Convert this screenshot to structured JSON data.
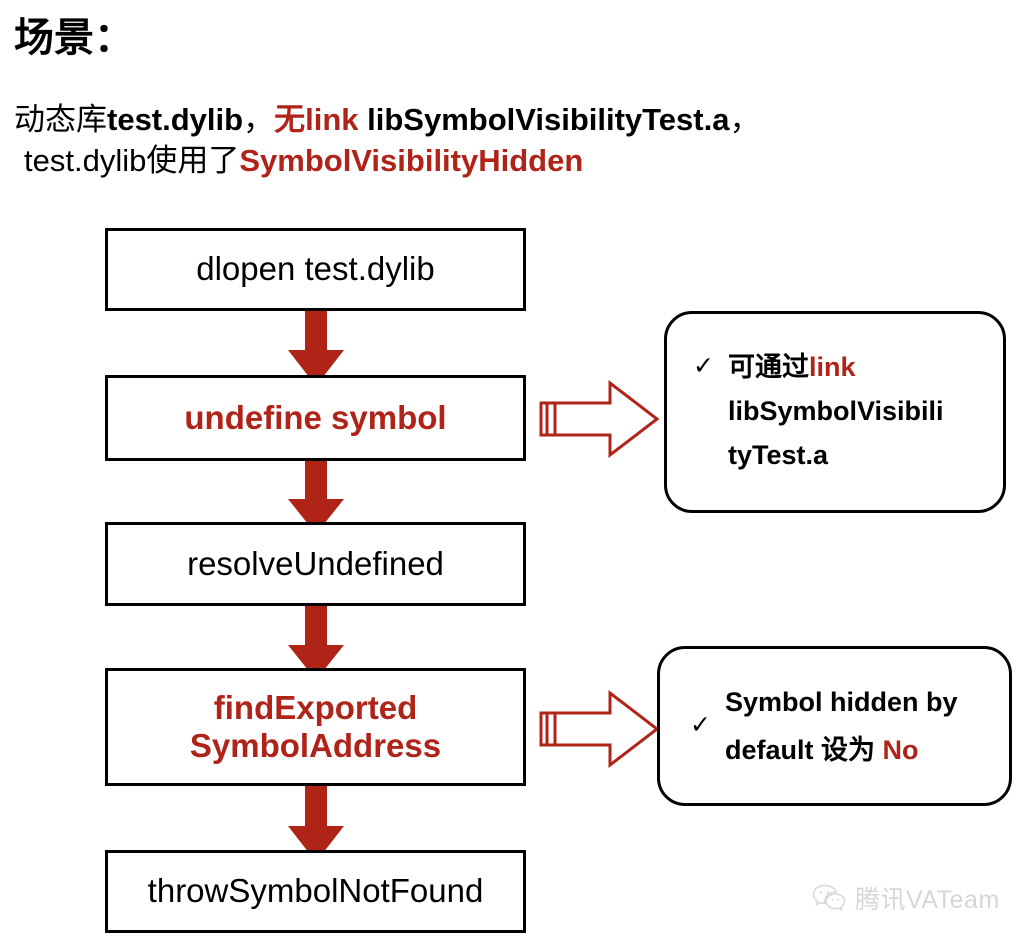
{
  "slide": {
    "title": "场景：",
    "scenario": {
      "line1": [
        {
          "text": "动态库",
          "color": "black",
          "bold": false
        },
        {
          "text": "test.dylib",
          "color": "black",
          "bold": true
        },
        {
          "text": "，",
          "color": "black",
          "bold": false
        },
        {
          "text": "无link",
          "color": "red",
          "bold": true
        },
        {
          "text": " libSymbolVisibilityTest.a",
          "color": "black",
          "bold": true
        },
        {
          "text": "，",
          "color": "black",
          "bold": false
        }
      ],
      "line2": [
        {
          "text": "test.dylib使用了",
          "color": "black",
          "bold": false
        },
        {
          "text": "SymbolVisibilityHidden",
          "color": "red",
          "bold": true
        }
      ]
    }
  },
  "flow": {
    "boxes": [
      {
        "id": "dlopen",
        "label": "dlopen test.dylib",
        "accent": false
      },
      {
        "id": "undefine-symbol",
        "label": "undefine symbol",
        "accent": true
      },
      {
        "id": "resolve",
        "label": "resolveUndefined",
        "accent": false
      },
      {
        "id": "find-exported",
        "label": "findExported\nSymbolAddress",
        "accent": true
      },
      {
        "id": "throw",
        "label": "throwSymbolNotFound",
        "accent": false
      }
    ],
    "arrow_icon_down": "arrow-down-icon",
    "arrow_icon_right": "arrow-right-block-icon"
  },
  "callouts": [
    {
      "id": "callout-1",
      "bullet": "✓",
      "bullet_icon": "check-icon",
      "segments": [
        {
          "text": "可通过",
          "color": "black"
        },
        {
          "text": "link",
          "color": "red"
        },
        {
          "text": " libSymbolVisibilitvTest.a",
          "color": "black"
        }
      ],
      "lines": [
        [
          {
            "text": "可通过",
            "color": "black"
          },
          {
            "text": "link",
            "color": "red"
          }
        ],
        [
          {
            "text": "libSymbolVisibili",
            "color": "black"
          }
        ],
        [
          {
            "text": "tyTest.a",
            "color": "black"
          }
        ]
      ]
    },
    {
      "id": "callout-2",
      "bullet": "✓",
      "bullet_icon": "check-icon",
      "lines": [
        [
          {
            "text": "Symbol hidden by",
            "color": "black"
          }
        ],
        [
          {
            "text": "default 设为 ",
            "color": "black"
          },
          {
            "text": "No",
            "color": "red"
          }
        ]
      ]
    }
  ],
  "watermark": {
    "text": "腾讯VATeam",
    "icon": "wechat-icon"
  },
  "colors": {
    "accent_red": "#AF2318",
    "arrow_red": "#B02418",
    "outline_black": "#000000",
    "background": "#FFFFFF",
    "watermark_gray": "#7A7A7A"
  }
}
